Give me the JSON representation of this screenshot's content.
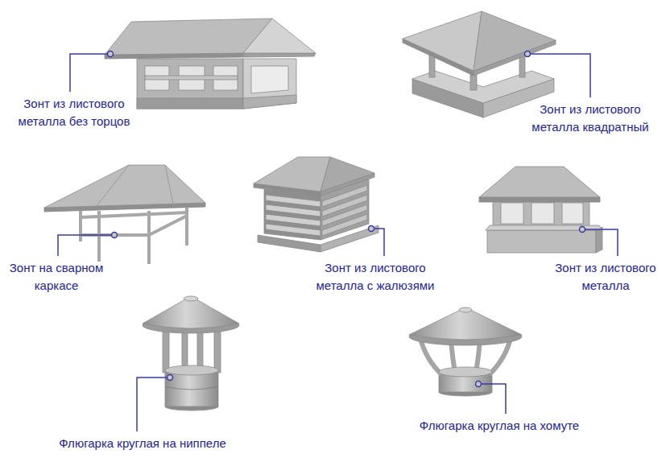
{
  "diagram": {
    "labels": [
      "Зонт из листового металла без торцов",
      "Зонт из листового металла квадратный",
      "Зонт на сварном каркасе",
      "Зонт из листового металла с жалюзями",
      "Зонт из листового металла",
      "Флюгарка круглая на ниппеле",
      "Флюгарка круглая на хомуте"
    ]
  }
}
